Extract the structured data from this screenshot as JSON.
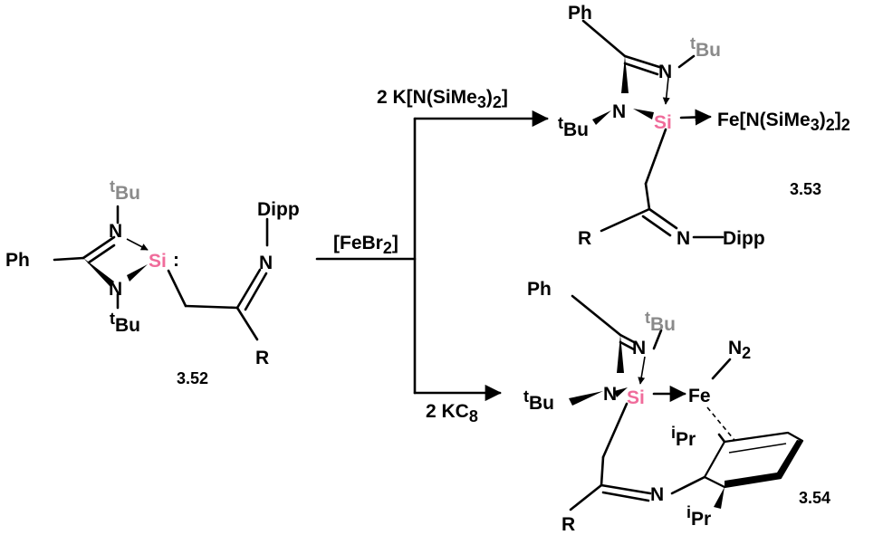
{
  "compounds": {
    "c352": "3.52",
    "c353": "3.53",
    "c354": "3.54"
  },
  "reagents": {
    "febr2": [
      "[FeBr",
      "2",
      "]"
    ],
    "kn": [
      "2 K[N(SiMe",
      "3",
      ")",
      "2",
      "]"
    ],
    "kc8": [
      "2 KC",
      "8"
    ]
  },
  "atoms": {
    "ph": "Ph",
    "n": "N",
    "si": "Si",
    "r": "R",
    "dipp": "Dipp",
    "t": "t",
    "bu": "Bu",
    "i": "i",
    "pr": "Pr",
    "fe": "Fe",
    "fe_amide": [
      "Fe[N(SiMe",
      "3",
      ")",
      "2",
      "]",
      "2"
    ],
    "n2": [
      "N",
      "2"
    ],
    "lone_pair": ":"
  },
  "colors": {
    "si": "#f06c9b",
    "tbu_gray": "#8a8a8a",
    "ink": "#000000"
  }
}
